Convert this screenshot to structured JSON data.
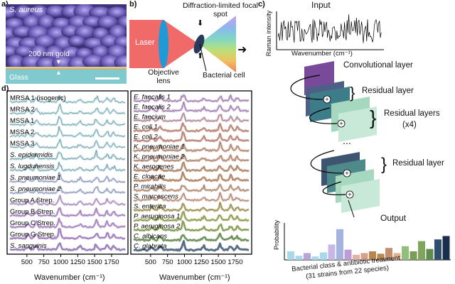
{
  "panel_labels": {
    "a": "a)",
    "b": "b)",
    "c": "c)",
    "d": "d)"
  },
  "panel_a": {
    "species": "S. aureus",
    "gold_label": "200 nm gold",
    "glass_label": "Glass"
  },
  "panel_b": {
    "laser": "Laser",
    "lens": "Objective lens",
    "focal_spot": "Diffraction-limited focal spot",
    "cell": "Bacterial cell"
  },
  "panel_c": {
    "input": "Input",
    "ylabel": "Raman intensity",
    "xlabel": "Wavenumber (cm⁻¹)",
    "conv_layer": "Convolutional layer",
    "residual_layer_1": "Residual layer",
    "residual_layers": "Residual layers",
    "residual_layers_count": "(x4)",
    "residual_layer_2": "Residual layer",
    "ellipsis": "⋯",
    "output": "Output",
    "prob_label": "Probability",
    "class_label": "Bacterial class & antibiotic treatment",
    "class_sub": "(31 strains from 22 species)",
    "output_bars": [
      0.25,
      0.12,
      0.2,
      0.1,
      0.22,
      0.45,
      0.9,
      0.3,
      0.15,
      0.2,
      0.25,
      0.18,
      0.35,
      0.2,
      0.4,
      0.25,
      0.55,
      0.32,
      0.6,
      0.7
    ],
    "output_colors": [
      "#a8d8ea",
      "#a8d8ea",
      "#b5a6d6",
      "#a8d8ea",
      "#a8d8ea",
      "#c7b6e8",
      "#a3b2e0",
      "#c19bd6",
      "#e0b3a6",
      "#d9a08a",
      "#b8864f",
      "#b8864f",
      "#c58d6e",
      "#e1b28e",
      "#8fbf7a",
      "#7a9e5a",
      "#7fa65c",
      "#5e8c4e",
      "#2f4f6f",
      "#1c2f4a"
    ]
  },
  "panel_d": {
    "xlabel_left": "Wavenumber (cm⁻¹)",
    "xlabel_right": "Wavenumber (cm⁻¹)",
    "ticks": [
      "500",
      "750",
      "1000",
      "1250",
      "1500",
      "1750"
    ],
    "left_strains": [
      {
        "name": "MRSA 1 (isogenic)",
        "color": "#b9e3ea"
      },
      {
        "name": "MRSA 2",
        "color": "#b9e3ea"
      },
      {
        "name": "MSSA 1",
        "color": "#b9e3ea"
      },
      {
        "name": "MSSA 2",
        "color": "#b9e3ea"
      },
      {
        "name": "MSSA 3",
        "color": "#b9e3ea"
      },
      {
        "name": "S. epidermidis",
        "color": "#b3dde8"
      },
      {
        "name": "S. lugdunensis",
        "color": "#b3dde8"
      },
      {
        "name": "S. pneumoniae 1",
        "color": "#c2cbed"
      },
      {
        "name": "S. pneumoniae 2",
        "color": "#c2cbed"
      },
      {
        "name": "Group A Strep.",
        "color": "#d3b6e8"
      },
      {
        "name": "Group B Strep.",
        "color": "#c3a0e0"
      },
      {
        "name": "Group C Strep.",
        "color": "#c3a0e0"
      },
      {
        "name": "Group G Strep.",
        "color": "#b98fd8"
      },
      {
        "name": "S. sanguinis",
        "color": "#a88ad0"
      }
    ],
    "right_strains": [
      {
        "name": "E. faecalis 1",
        "color": "#c9a6d8"
      },
      {
        "name": "E. faecalis 2",
        "color": "#c9a6d8"
      },
      {
        "name": "E. faecium",
        "color": "#d8b0c0"
      },
      {
        "name": "E. coli 1",
        "color": "#d69a8a"
      },
      {
        "name": "E. coli 2",
        "color": "#d69a8a"
      },
      {
        "name": "K. pneumoniae 1",
        "color": "#d4a58c"
      },
      {
        "name": "K. pneumoniae 2",
        "color": "#d4a58c"
      },
      {
        "name": "K. aerogenes",
        "color": "#c99a7a"
      },
      {
        "name": "E. cloacae",
        "color": "#c89672"
      },
      {
        "name": "P. mirabilis",
        "color": "#d5a98f"
      },
      {
        "name": "S. marcescens",
        "color": "#dcb3a0"
      },
      {
        "name": "S. enterica",
        "color": "#b8ae6a"
      },
      {
        "name": "P. aeruginosa 1",
        "color": "#a8b860"
      },
      {
        "name": "P. aeruginosa 2",
        "color": "#96b05a"
      },
      {
        "name": "C. albicans",
        "color": "#6f9a55"
      },
      {
        "name": "C. glabrata",
        "color": "#3f5f7f"
      }
    ]
  }
}
